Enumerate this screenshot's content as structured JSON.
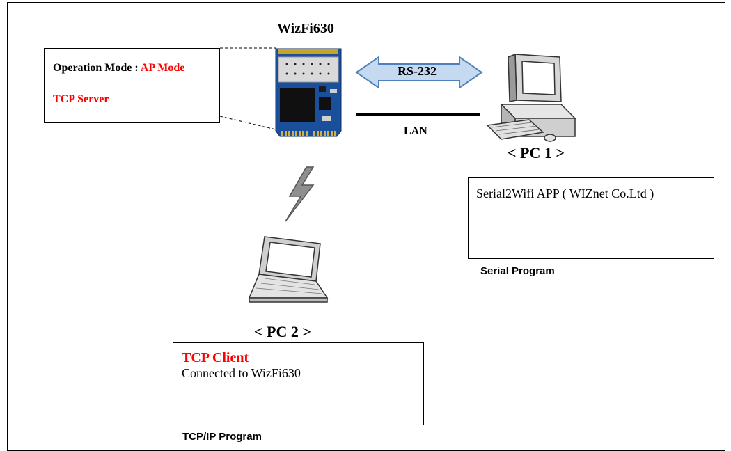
{
  "module": {
    "title": "WizFi630",
    "mode_label": "Operation Mode : ",
    "mode_value": "AP Mode",
    "role": "TCP Server"
  },
  "links": {
    "serial": "RS-232",
    "lan": "LAN"
  },
  "pc1": {
    "label": "< PC 1 >",
    "app_text": "Serial2Wifi APP ( WIZnet Co.Ltd )",
    "caption": "Serial Program"
  },
  "pc2": {
    "label": "< PC 2 >",
    "role": "TCP Client",
    "status": "Connected to WizFi630",
    "caption": "TCP/IP Program"
  },
  "colors": {
    "highlight": "#ff0000",
    "arrow_fill": "#c5d9f1",
    "arrow_stroke": "#4f81bd",
    "module_pcb": "#1a4f9c"
  },
  "icons": [
    "wifi-module-icon",
    "desktop-pc-icon",
    "laptop-icon",
    "lightning-bolt-icon",
    "double-arrow-icon"
  ]
}
